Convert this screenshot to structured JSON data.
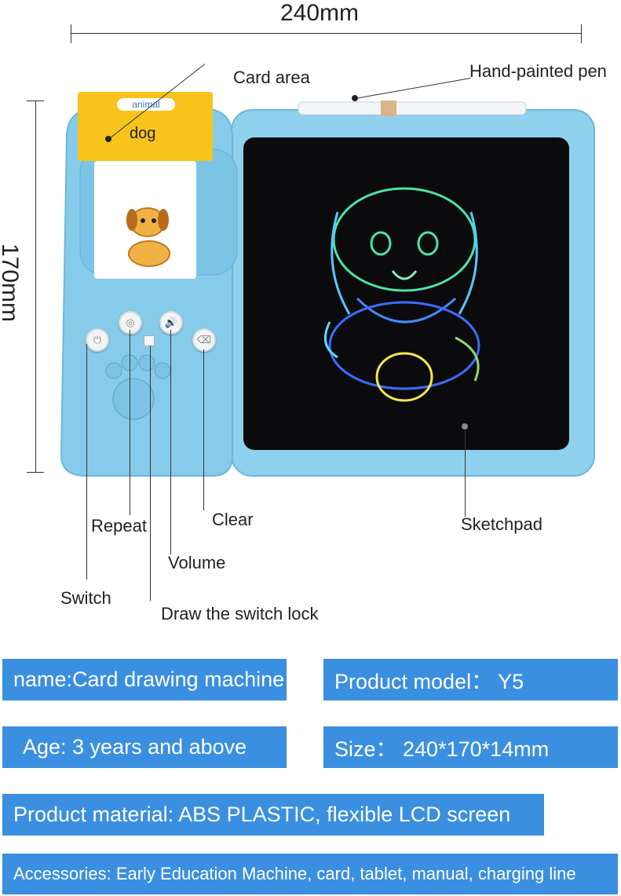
{
  "dimensions": {
    "width_label": "240mm",
    "height_label": "170mm"
  },
  "callouts": {
    "card_area": "Card area",
    "pen": "Hand-painted pen",
    "repeat": "Repeat",
    "clear": "Clear",
    "sketchpad": "Sketchpad",
    "volume": "Volume",
    "switch": "Switch",
    "switch_lock": "Draw the switch lock"
  },
  "card": {
    "category": "animal",
    "word": "dog"
  },
  "specs": {
    "name": "name:Card drawing machine",
    "model": "Product model： Y5",
    "age": "Age: 3 years and above",
    "size": "Size： 240*170*14mm",
    "material": "Product material: ABS PLASTIC, flexible LCD screen",
    "accessories": "Accessories: Early Education Machine, card, tablet, manual, charging line"
  },
  "colors": {
    "banner": "#3b8fe0",
    "device": "#8fd0ec",
    "screen": "#0b0b0d"
  }
}
